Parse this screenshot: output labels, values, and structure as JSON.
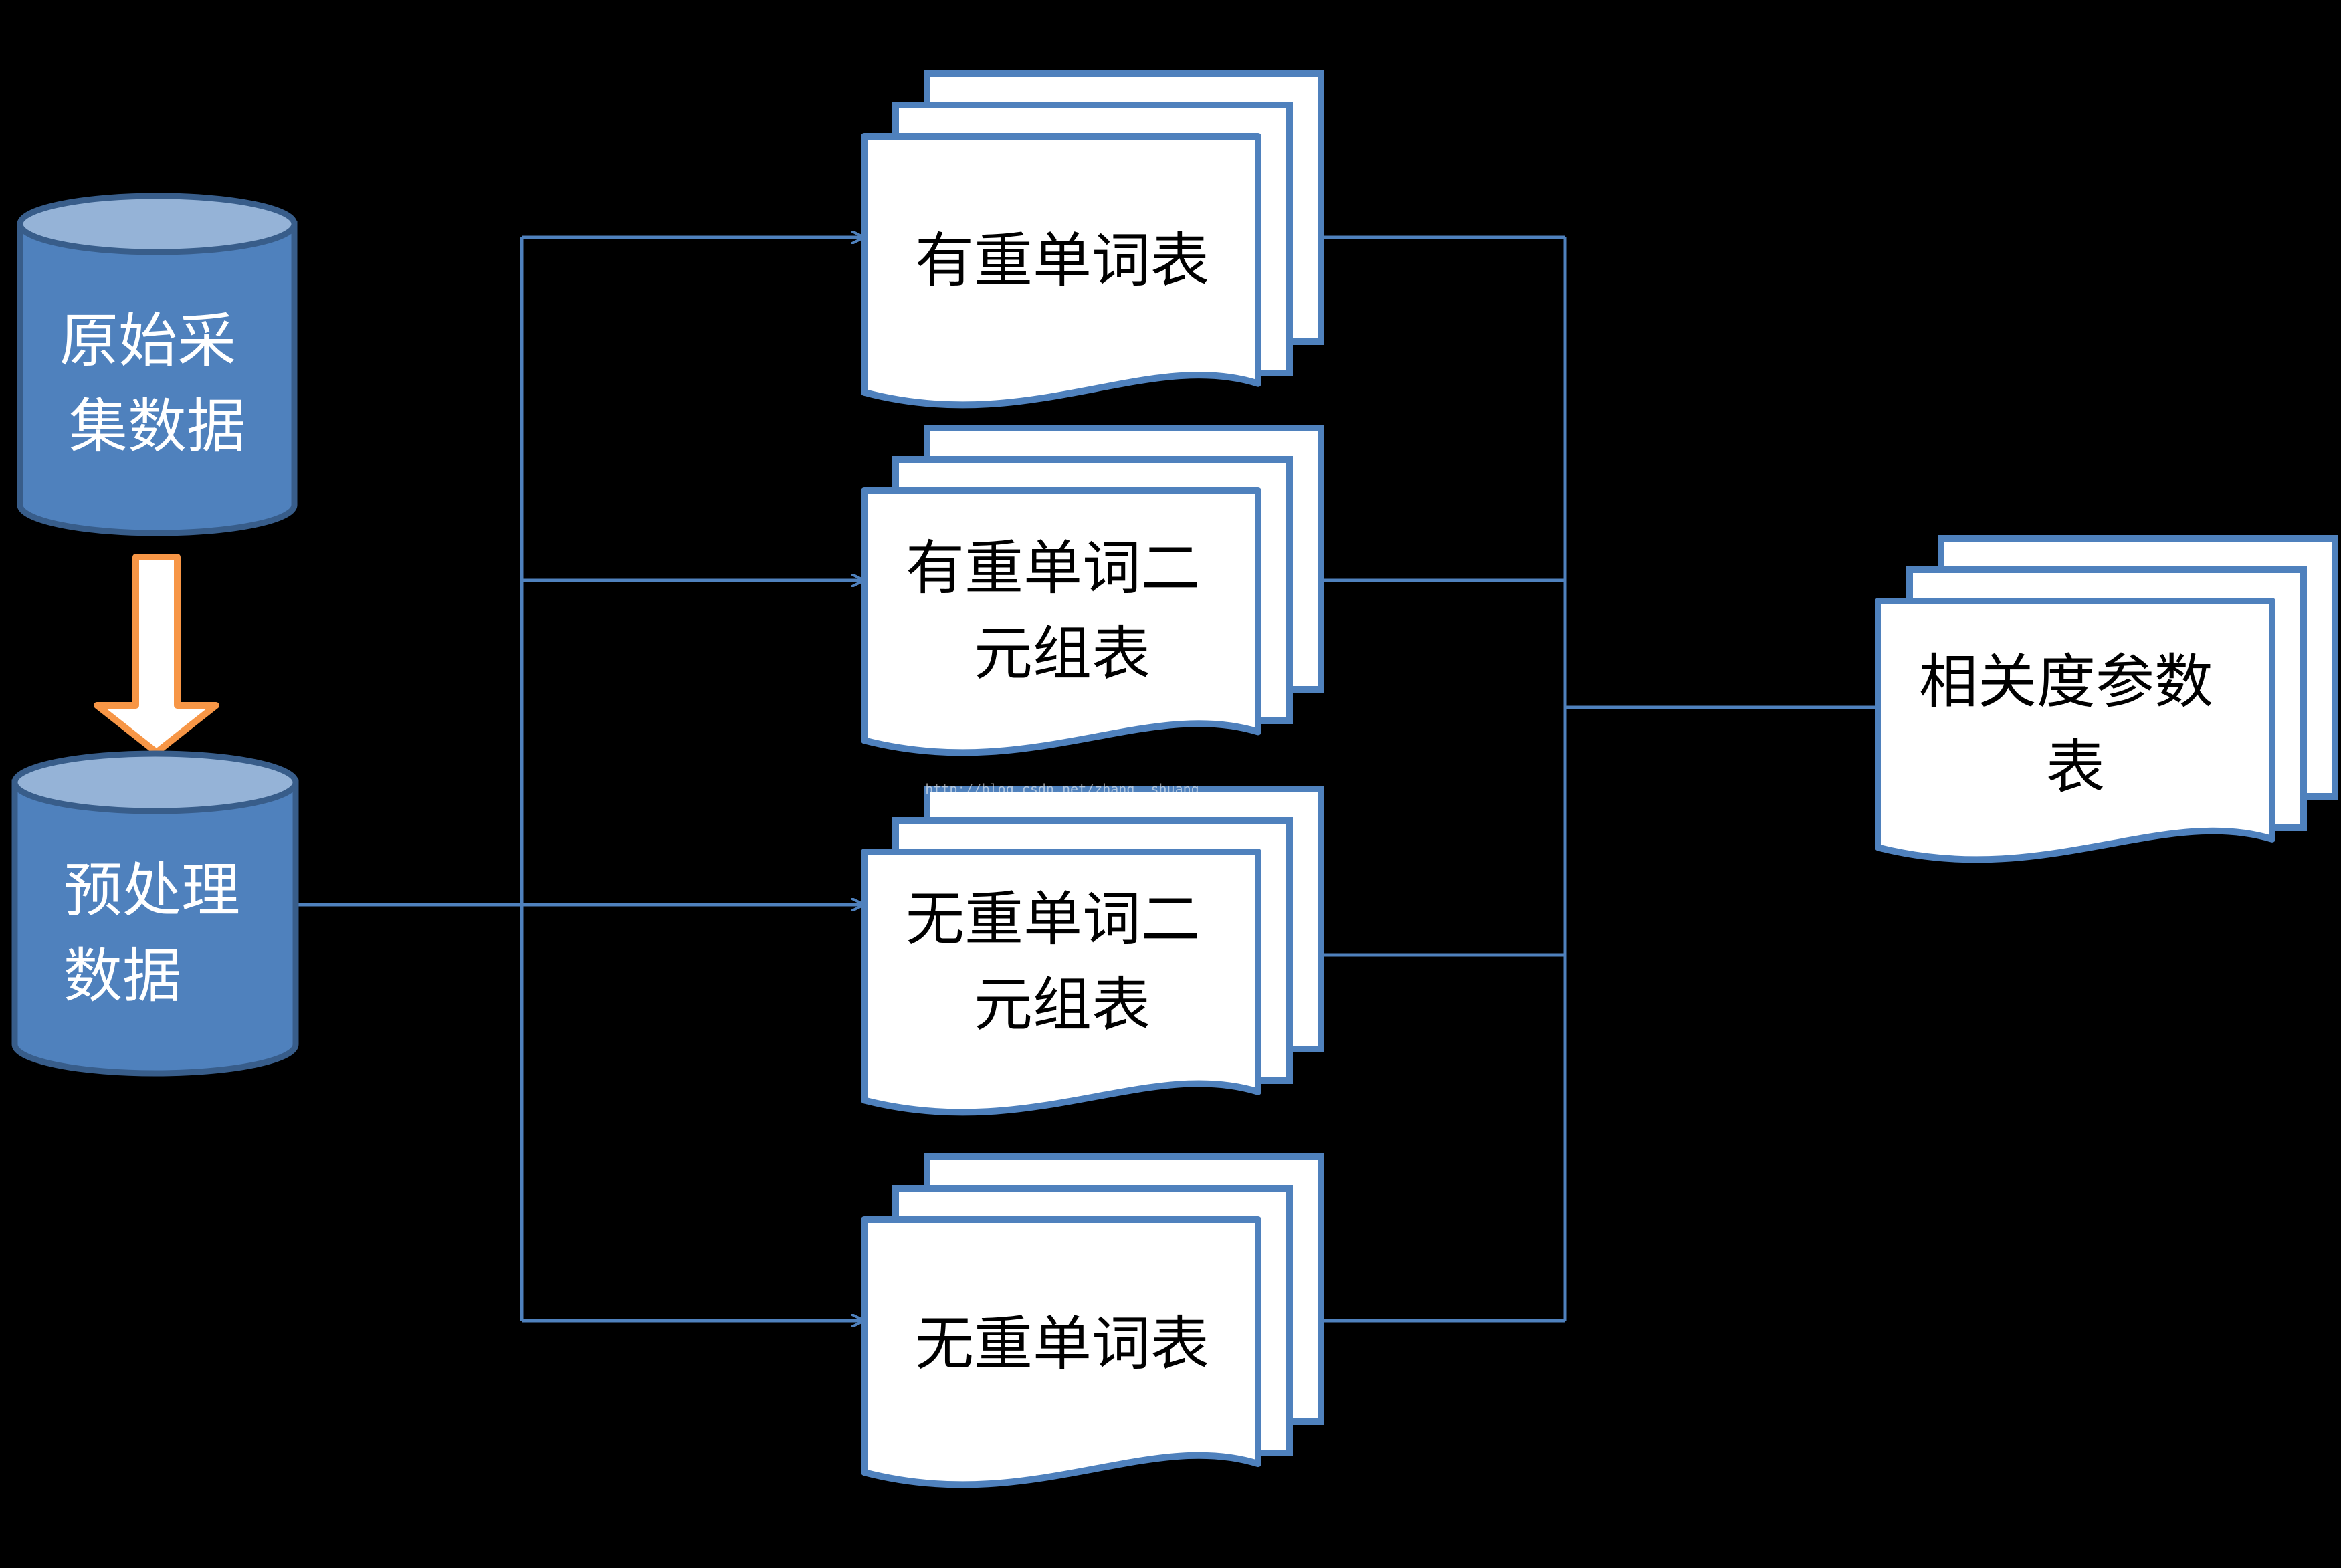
{
  "colors": {
    "background": "#000000",
    "cylinder_fill": "#4f81bd",
    "cylinder_stroke": "#385d8a",
    "cylinder_top": "#95b3d7",
    "document_fill": "#ffffff",
    "document_stroke": "#4f81bd",
    "connector": "#4f81bd",
    "arrow_fill": "#ffffff",
    "arrow_stroke": "#f79646",
    "cylinder_text": "#ffffff",
    "document_text": "#000000"
  },
  "nodes": {
    "raw_data": {
      "lines": [
        "原始采",
        "集数据"
      ]
    },
    "preprocessed": {
      "lines": [
        "预处理",
        "数据"
      ]
    },
    "doc_weighted_words": {
      "lines": [
        "有重单词表"
      ]
    },
    "doc_weighted_pairs": {
      "lines": [
        "有重单词二",
        "元组表"
      ]
    },
    "doc_unweighted_pairs": {
      "lines": [
        "无重单词二",
        "元组表"
      ]
    },
    "doc_unweighted_words": {
      "lines": [
        "无重单词表"
      ]
    },
    "doc_relevance": {
      "lines": [
        "相关度参数",
        "表"
      ]
    }
  },
  "watermark": "http://blog.csdn.net/zhang__shuang"
}
